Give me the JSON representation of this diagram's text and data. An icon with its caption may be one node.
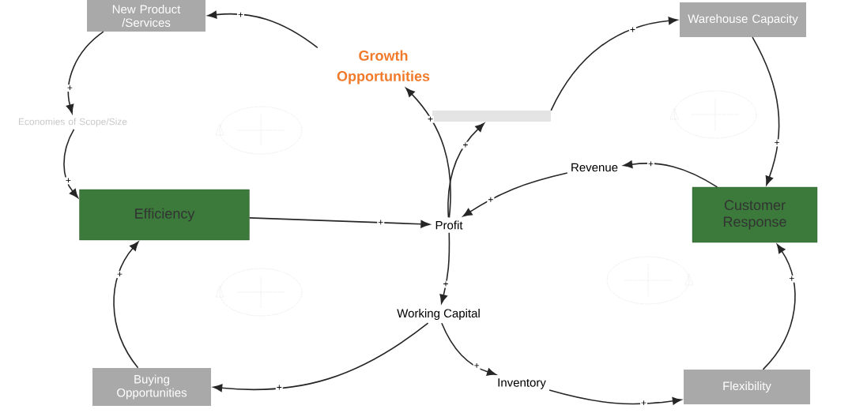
{
  "diagram": {
    "nodes": [
      {
        "text": [
          "New Product /Services"
        ]
      },
      {
        "text": [
          "Growth Opportunities"
        ]
      },
      {
        "text": [
          "Economies of Scope/Size"
        ]
      },
      {
        "text": [
          "Efficiency"
        ]
      },
      {
        "text": [
          "Profit"
        ]
      },
      {
        "text": [],
        "shape": "bar"
      },
      {
        "text": [
          "Warehouse Capacity"
        ]
      },
      {
        "text": [
          "Revenue"
        ]
      },
      {
        "text": [
          "Customer Response"
        ]
      },
      {
        "text": [
          "Working Capital"
        ]
      },
      {
        "text": [
          "Buying Opportunities"
        ]
      },
      {
        "text": [
          "Inventory"
        ]
      },
      {
        "text": [
          "Flexibility"
        ]
      }
    ],
    "edges": [
      {
        "from": 1,
        "to": 0,
        "arrow": "to",
        "label": "+"
      },
      {
        "from": 0,
        "to": 2,
        "arrow": "to",
        "label": "+"
      },
      {
        "from": 2,
        "to": 3,
        "arrow": "to",
        "label": "+"
      },
      {
        "from": 3,
        "to": 4,
        "arrow": "to",
        "label": "+"
      },
      {
        "from": 4,
        "to": 1,
        "arrow": "to",
        "label": "+"
      },
      {
        "from": 4,
        "to": 5,
        "arrow": "to",
        "label": "+"
      },
      {
        "from": 5,
        "to": 6,
        "arrow": "to",
        "label": "+"
      },
      {
        "from": 6,
        "to": 8,
        "arrow": "to",
        "label": "+"
      },
      {
        "from": 8,
        "to": 7,
        "arrow": "to",
        "label": "+"
      },
      {
        "from": 7,
        "to": 4,
        "arrow": "to",
        "label": "+"
      },
      {
        "from": 4,
        "to": 9,
        "arrow": "to",
        "label": "+"
      },
      {
        "from": 9,
        "to": 10,
        "arrow": "to",
        "label": "+"
      },
      {
        "from": 10,
        "to": 3,
        "arrow": "to",
        "label": "+"
      },
      {
        "from": 9,
        "to": 11,
        "arrow": "to",
        "label": "+"
      },
      {
        "from": 11,
        "to": 12,
        "arrow": "to",
        "label": "+"
      },
      {
        "from": 12,
        "to": 8,
        "arrow": "to",
        "label": "+"
      }
    ]
  }
}
